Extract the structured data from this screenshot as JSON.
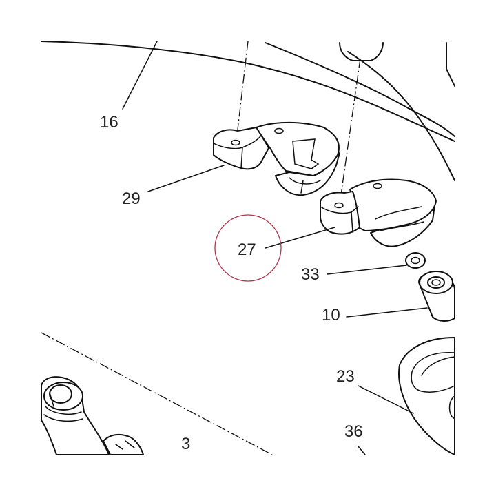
{
  "labels": {
    "l16": "16",
    "l29": "29",
    "l27": "27",
    "l33": "33",
    "l10": "10",
    "l23": "23",
    "l3": "3",
    "l36": "36"
  },
  "colors": {
    "ink": "#111111",
    "label": "#222222",
    "highlight_circle": "#b0334a"
  }
}
